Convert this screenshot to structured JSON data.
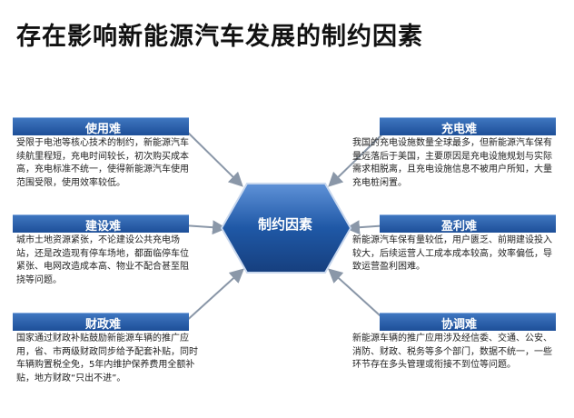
{
  "title": "存在影响新能源汽车发展的制约因素",
  "center": "制约因素",
  "panels": {
    "top_left": {
      "heading": "使用难",
      "text": "受限于电池等核心技术的制约，新能源汽车续航里程短，充电时间较长，初次购买成本高，充电标准不统一，使得新能源汽车使用范围受限，使用效率较低。"
    },
    "mid_left": {
      "heading": "建设难",
      "text": "城市土地资源紧张，不论建设公共充电场站，还是改造现有停车场地，都面临停车位紧张、电网改造成本高、物业不配合甚至阻挠等问题。"
    },
    "bottom_left": {
      "heading": "财政难",
      "text": "国家通过财政补贴鼓励新能源车辆的推广应用，省、市两级财政同步给予配套补贴，同时车辆购置税全免，5年内维护保养费用全额补贴，地方财政“只出不进”。"
    },
    "top_right": {
      "heading": "充电难",
      "text": "我国的充电设施数量全球最多，但新能源汽车保有量远落后于美国，主要原因是充电设施规划与实际需求相脱离，且充电设施信息不被用户所知，大量充电桩闲置。"
    },
    "mid_right": {
      "heading": "盈利难",
      "text": "新能源汽车保有量较低，用户匮乏、前期建设投入较大，后续运营人工成本成本较高，效率偏低，导致运营盈利困难。"
    },
    "bottom_right": {
      "heading": "协调难",
      "text": "新能源车辆的推广应用涉及经信委、交通、公安、消防、财政、税务等多个部门，数据不统一，一些环节存在多头管理或衔接不到位等问题。"
    }
  },
  "colors": {
    "header_blue": "#2a5ea8",
    "hex_blue": "#1e56a0",
    "line_gray": "#8a97a8"
  }
}
